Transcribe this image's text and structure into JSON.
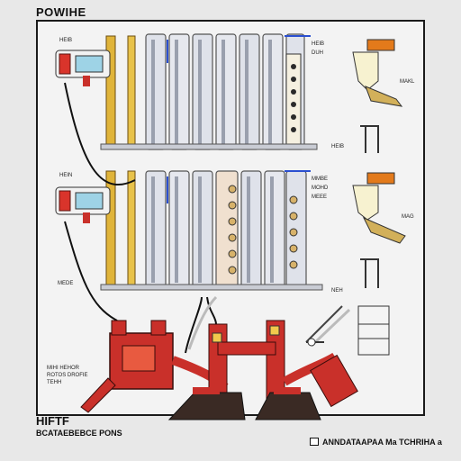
{
  "header": {
    "title": "POWIHE"
  },
  "footer": {
    "left_title": "HIFTF",
    "left_sub": "BCATAEBEBCE PONS",
    "right_text": "ANNDATAAPAA Ma TCHRIHA a"
  },
  "labels": {
    "top_small_left": "HEIB",
    "top_right_1": "HEIB",
    "top_right_2": "DUH",
    "mid_small_left": "HEIN",
    "mid_right_1": "MMBE",
    "mid_right_2": "MOHD",
    "mid_right_3": "MEEE",
    "lower_left_1": "MEDE",
    "upper_side_tag": "MAKL",
    "mid_side_tag": "MAG",
    "base_left_1": "MIHI HEHOR",
    "base_left_2": "ROTOS DROFIE",
    "base_left_3": "TEHH",
    "bottom_right_tag": "NEH"
  },
  "colors": {
    "frame": "#1a1a1a",
    "radiator_body": "#d9dde6",
    "radiator_shadow": "#8a90a0",
    "pipe_yellow": "#e0b43a",
    "valve_red": "#d9342b",
    "machine_red": "#c9302a",
    "accent_blue": "#2a4fd0"
  }
}
